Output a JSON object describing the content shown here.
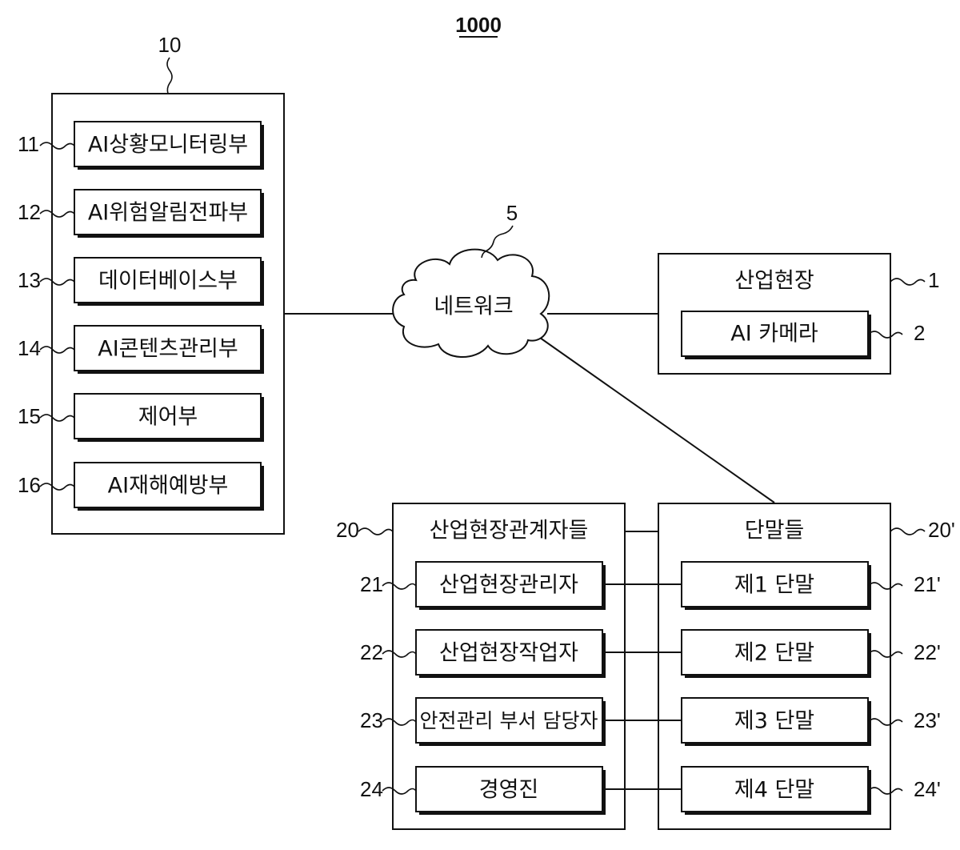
{
  "figure_number": "1000",
  "server": {
    "ref": "10",
    "modules": [
      {
        "ref": "11",
        "label": "AI상황모니터링부"
      },
      {
        "ref": "12",
        "label": "AI위험알림전파부"
      },
      {
        "ref": "13",
        "label": "데이터베이스부"
      },
      {
        "ref": "14",
        "label": "AI콘텐츠관리부"
      },
      {
        "ref": "15",
        "label": "제어부"
      },
      {
        "ref": "16",
        "label": "AI재해예방부"
      }
    ]
  },
  "network": {
    "ref": "5",
    "label": "네트워크"
  },
  "site": {
    "ref": "1",
    "label": "산업현장",
    "camera": {
      "ref": "2",
      "label": "AI 카메라"
    }
  },
  "stakeholders": {
    "ref": "20",
    "label": "산업현장관계자들",
    "items": [
      {
        "ref": "21",
        "label": "산업현장관리자"
      },
      {
        "ref": "22",
        "label": "산업현장작업자"
      },
      {
        "ref": "23",
        "label": "안전관리 부서 담당자"
      },
      {
        "ref": "24",
        "label": "경영진"
      }
    ]
  },
  "terminals": {
    "ref": "20'",
    "label": "단말들",
    "items": [
      {
        "ref": "21'",
        "label": "제1 단말"
      },
      {
        "ref": "22'",
        "label": "제2 단말"
      },
      {
        "ref": "23'",
        "label": "제3 단말"
      },
      {
        "ref": "24'",
        "label": "제4 단말"
      }
    ]
  }
}
